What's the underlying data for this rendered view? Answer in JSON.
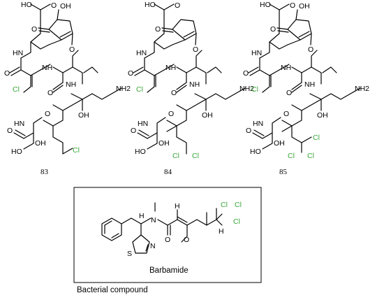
{
  "compounds": [
    {
      "id": "83",
      "substituent": "Cl"
    },
    {
      "id": "84",
      "substituent": "Cl Cl"
    },
    {
      "id": "85",
      "substituent": "Cl Cl Cl"
    }
  ],
  "atoms": {
    "oh": "OH",
    "ho": "HO",
    "o": "O",
    "nh": "NH",
    "hn": "HN",
    "n": "N",
    "s": "S",
    "h": "H",
    "nh2": "NH2",
    "cl": "Cl"
  },
  "barbamide": {
    "name": "Barbamide"
  },
  "caption": "Bacterial compound",
  "colors": {
    "halogen": "#3aa63a",
    "line": "#000000"
  }
}
